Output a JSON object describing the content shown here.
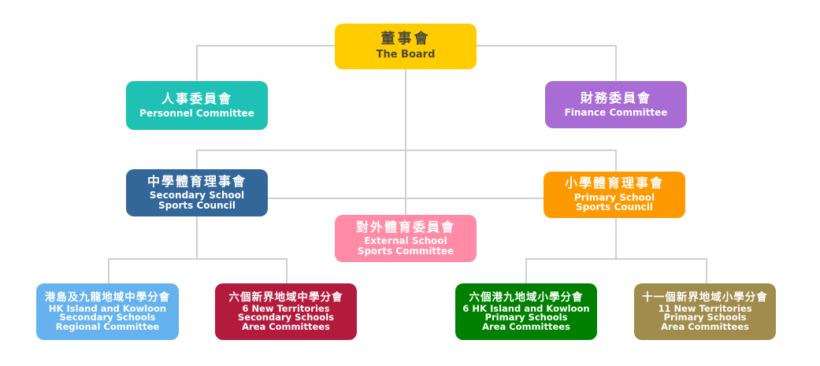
{
  "chart": {
    "nodes": [
      {
        "id": "board",
        "zh": "董事會",
        "en": [
          "The Board"
        ],
        "color": "#FFCC00",
        "text_color": "#4A4A3A"
      },
      {
        "id": "personnel",
        "zh": "人事委員會",
        "en": [
          "Personnel Committee"
        ],
        "color": "#1FC1B4",
        "text_color": "#FFFFFF"
      },
      {
        "id": "finance",
        "zh": "財務委員會",
        "en": [
          "Finance Committee"
        ],
        "color": "#A96CD4",
        "text_color": "#FFFFFF"
      },
      {
        "id": "secondary-council",
        "zh": "中學體育理事會",
        "en": [
          "Secondary School",
          "Sports Council"
        ],
        "color": "#336699",
        "text_color": "#FFFFFF"
      },
      {
        "id": "primary-council",
        "zh": "小學體育理事會",
        "en": [
          "Primary School",
          "Sports Council"
        ],
        "color": "#FF9900",
        "text_color": "#FFFFFF"
      },
      {
        "id": "external",
        "zh": "對外體育委員會",
        "en": [
          "External School",
          "Sports Committee"
        ],
        "color": "#FF8BA7",
        "text_color": "#FFFFFF"
      },
      {
        "id": "hk-secondary",
        "zh": "港島及九龍地域中學分會",
        "en": [
          "HK Island and Kowloon",
          "Secondary Schools",
          "Regional Committee"
        ],
        "color": "#66B2EE",
        "text_color": "#FFFFFF"
      },
      {
        "id": "nt-secondary",
        "zh": "六個新界地域中學分會",
        "en": [
          "6 New Territories",
          "Secondary Schools",
          "Area Committees"
        ],
        "color": "#B31B3C",
        "text_color": "#FFFFFF"
      },
      {
        "id": "hk-primary",
        "zh": "六個港九地域小學分會",
        "en": [
          "6 HK Island and Kowloon",
          "Primary Schools",
          "Area Committees"
        ],
        "color": "#008000",
        "text_color": "#FFFFFF"
      },
      {
        "id": "nt-primary",
        "zh": "十一個新界地域小學分會",
        "en": [
          "11 New Territories",
          "Primary Schools",
          "Area Committees"
        ],
        "color": "#A08C4C",
        "text_color": "#FFFFFF"
      }
    ],
    "edges": [
      [
        "board",
        "personnel"
      ],
      [
        "board",
        "finance"
      ],
      [
        "board",
        "secondary-council"
      ],
      [
        "board",
        "primary-council"
      ],
      [
        "board",
        "external"
      ],
      [
        "secondary-council",
        "hk-secondary"
      ],
      [
        "secondary-council",
        "nt-secondary"
      ],
      [
        "primary-council",
        "hk-primary"
      ],
      [
        "primary-council",
        "nt-primary"
      ]
    ],
    "connector_color": "#D0D0D0"
  }
}
